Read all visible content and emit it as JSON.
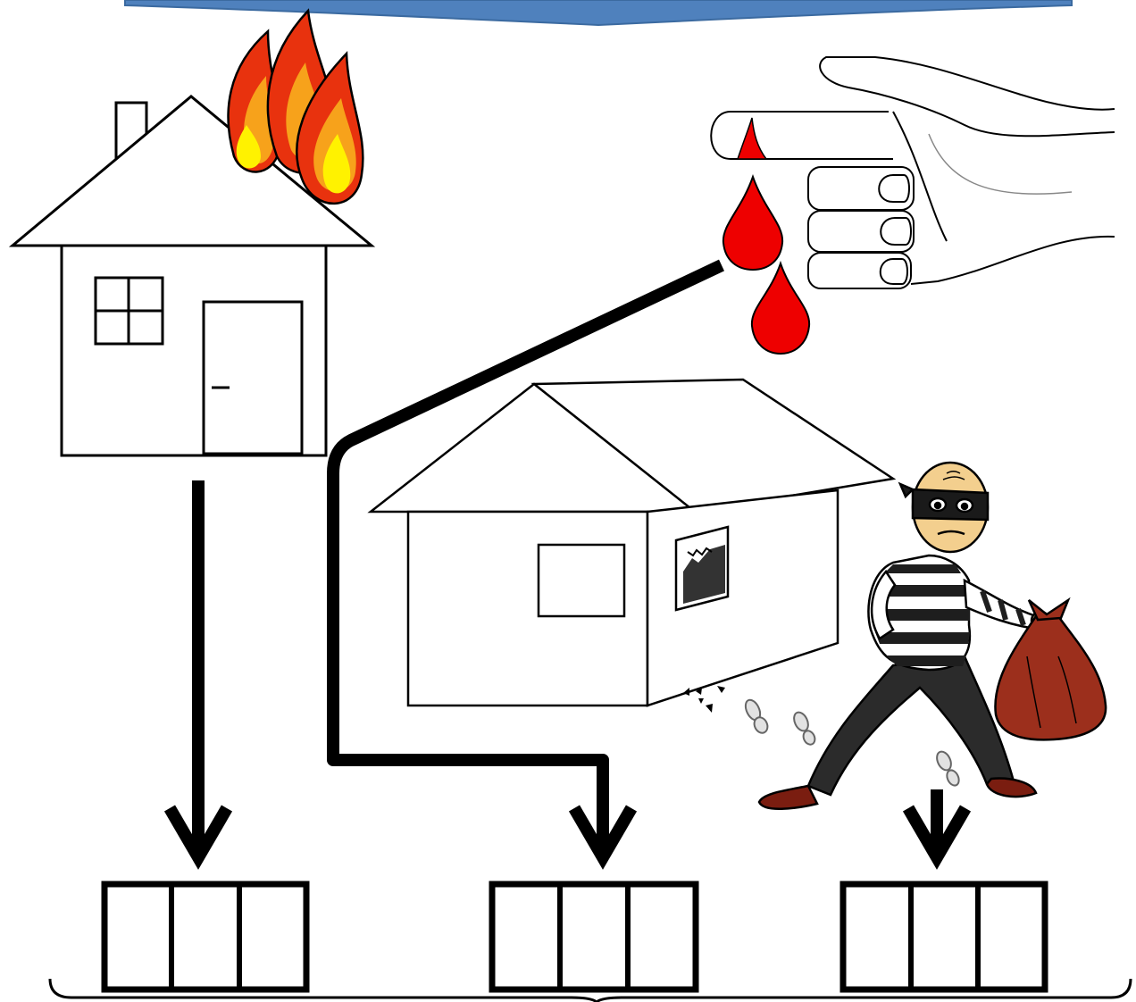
{
  "figure": {
    "banner_color": "#4f81bd",
    "scenes": [
      {
        "id": "burning-house",
        "icons": [
          "house-icon",
          "fire-icon"
        ],
        "answer_box_cells": 3
      },
      {
        "id": "cut-finger",
        "icons": [
          "hand-icon",
          "blood-drop-icon"
        ],
        "answer_box_cells": 3
      },
      {
        "id": "burglary",
        "icons": [
          "house-icon",
          "broken-window-icon",
          "burglar-icon",
          "loot-bag-icon",
          "footprint-icon"
        ],
        "answer_box_cells": 3
      }
    ],
    "colors": {
      "flame_outer": "#e8320e",
      "flame_mid": "#f7a21b",
      "flame_inner": "#fff200",
      "blood": "#ee0000",
      "loot_bag": "#9c2f1c",
      "skin": "#f3cf8e",
      "shoes": "#7a1d10",
      "line": "#000000"
    }
  }
}
